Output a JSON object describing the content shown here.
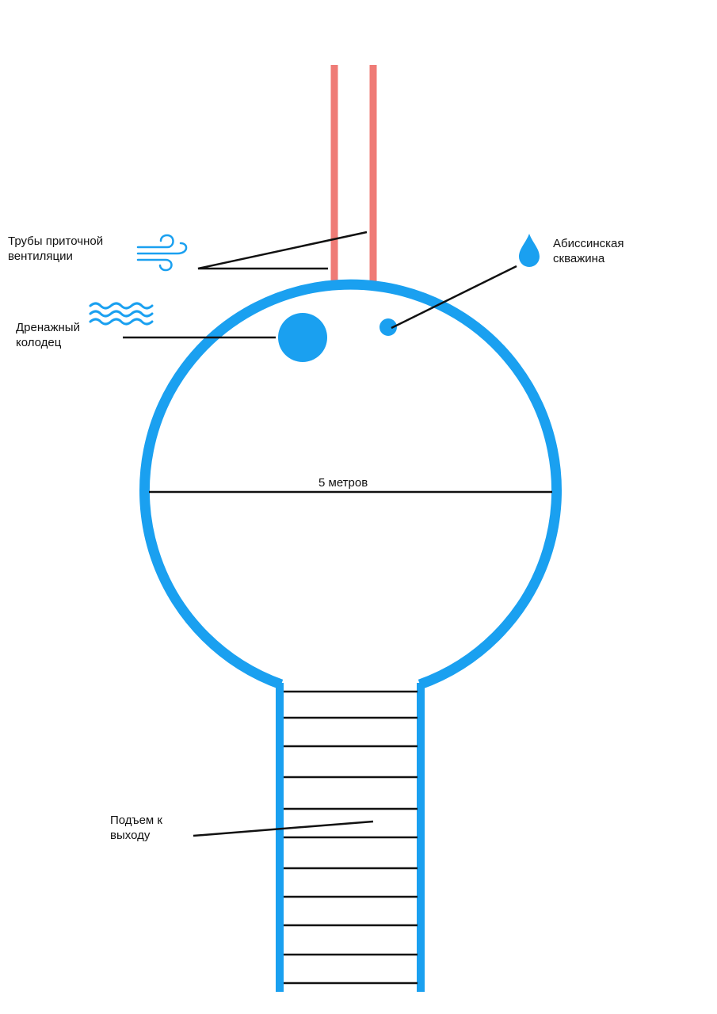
{
  "colors": {
    "structure": "#1aa0f0",
    "pipes": "#ef7b76",
    "leader": "#111111",
    "background": "#ffffff"
  },
  "labels": {
    "ventilation": [
      "Трубы приточной",
      "вентиляции"
    ],
    "drainage": [
      "Дренажный",
      "колодец"
    ],
    "well": [
      "Абиссинская",
      "скважина"
    ],
    "diameter": "5 метров",
    "exit": [
      "Подъем к",
      "выходу"
    ]
  },
  "icons": {
    "ventilation": "wind-icon",
    "drainage": "waves-icon",
    "well": "water-drop-icon"
  }
}
